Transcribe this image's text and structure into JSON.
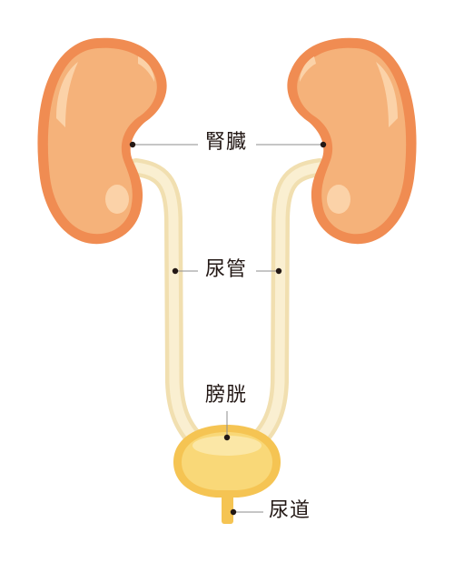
{
  "labels": {
    "kidney": "腎臓",
    "ureter": "尿管",
    "bladder": "膀胱",
    "urethra": "尿道"
  },
  "colors": {
    "kidney_outline": "#F08C52",
    "kidney_fill": "#F5B27A",
    "kidney_highlight": "#FBD2A8",
    "ureter_outline": "#F1DFB0",
    "ureter_fill": "#FAEFD1",
    "bladder_outline": "#F5C453",
    "bladder_fill": "#F9D878",
    "bladder_highlight": "#FBE7A6",
    "leader_line": "#8E8E8E",
    "leader_dot": "#231815",
    "label_text": "#231815"
  }
}
